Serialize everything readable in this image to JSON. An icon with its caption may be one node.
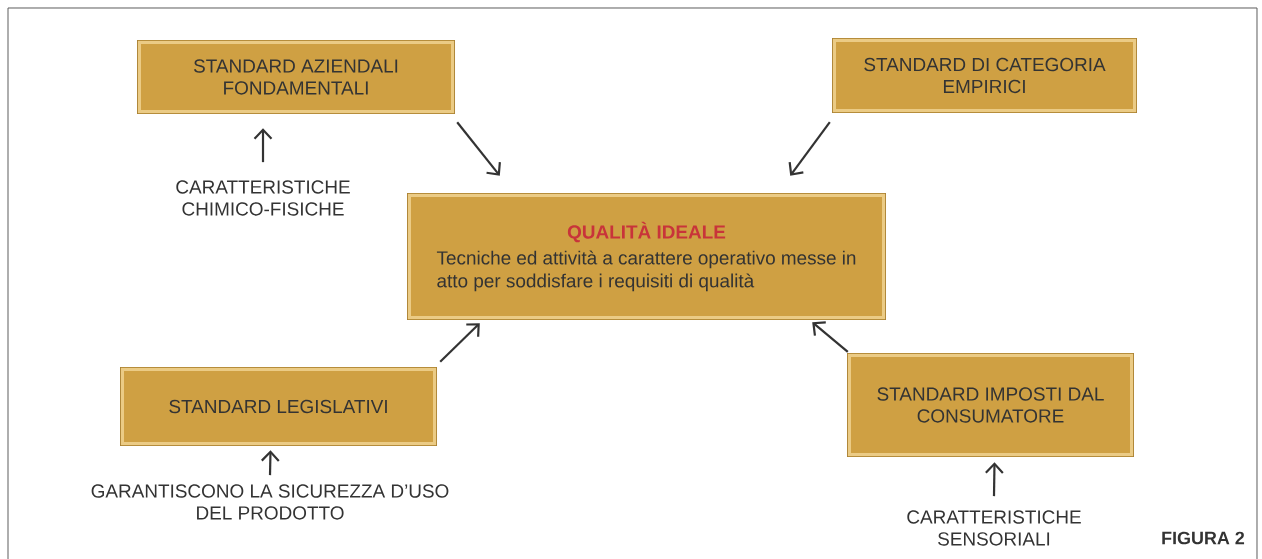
{
  "diagram": {
    "nodes": [
      {
        "text": [
          "STANDARD AZIENDALI FONDAMENTALI"
        ]
      },
      {
        "text": [
          "STANDARD DI CATEGORIA EMPIRICI"
        ]
      },
      {
        "text": [
          "CARATTERISTICHE CHIMICO-FISICHE"
        ]
      },
      {
        "text": [
          "QUALITÀ IDEALE",
          "Tecniche ed attività a carattere operativo messe in atto per soddisfare i requisiti di qualità"
        ]
      },
      {
        "text": [
          "STANDARD LEGISLATIVI"
        ]
      },
      {
        "text": [
          "STANDARD IMPOSTI DAL CONSUMATORE"
        ]
      },
      {
        "text": [
          "GARANTISCONO LA SICUREZZA D’USO DEL PRODOTTO"
        ]
      },
      {
        "text": [
          "CARATTERISTICHE SENSORIALI"
        ]
      }
    ],
    "edges": [
      {
        "from": 0,
        "to": 3,
        "arrow": "to"
      },
      {
        "from": 1,
        "to": 3,
        "arrow": "to"
      },
      {
        "from": 4,
        "to": 3,
        "arrow": "to"
      },
      {
        "from": 5,
        "to": 3,
        "arrow": "to"
      },
      {
        "from": 2,
        "to": 0,
        "arrow": "to"
      },
      {
        "from": 6,
        "to": 4,
        "arrow": "to"
      },
      {
        "from": 7,
        "to": 5,
        "arrow": "to"
      }
    ],
    "labels": [
      "FIGURA 2"
    ]
  }
}
